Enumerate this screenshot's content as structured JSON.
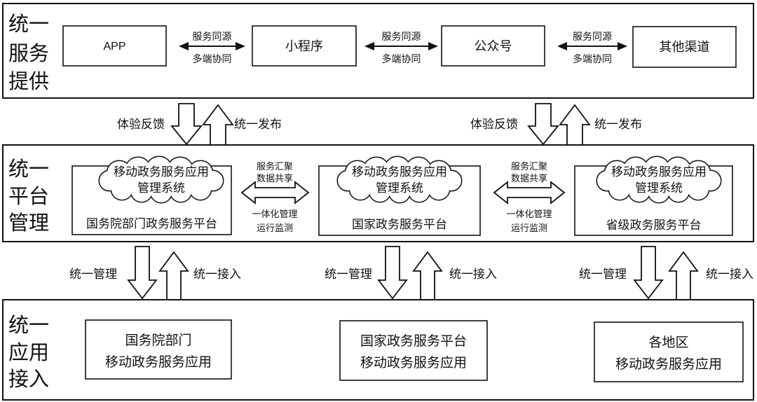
{
  "service_layer": {
    "label_lines": [
      "统一",
      "服务",
      "提供"
    ],
    "channels": [
      "APP",
      "小程序",
      "公众号",
      "其他渠道"
    ],
    "connectors": [
      {
        "top": "服务同源",
        "bottom": "多端协同"
      },
      {
        "top": "服务同源",
        "bottom": "多端协同"
      },
      {
        "top": "服务同源",
        "bottom": "多端协同"
      }
    ]
  },
  "service_platform_links": [
    {
      "down": "体验反馈",
      "up": "统一发布"
    },
    {
      "down": "体验反馈",
      "up": "统一发布"
    }
  ],
  "platform_layer": {
    "label_lines": [
      "统一",
      "平台",
      "管理"
    ],
    "platforms": [
      {
        "cloud_lines": [
          "移动政务服务应用",
          "管理系统"
        ],
        "name": "国务院部门政务服务平台"
      },
      {
        "cloud_lines": [
          "移动政务服务应用",
          "管理系统"
        ],
        "name": "国家政务服务平台"
      },
      {
        "cloud_lines": [
          "移动政务服务应用",
          "管理系统"
        ],
        "name": "省级政务服务平台"
      }
    ],
    "connectors": [
      {
        "top_lines": [
          "服务汇聚",
          "数据共享"
        ],
        "bottom_lines": [
          "一体化管理",
          "运行监测"
        ]
      },
      {
        "top_lines": [
          "服务汇聚",
          "数据共享"
        ],
        "bottom_lines": [
          "一体化管理",
          "运行监测"
        ]
      }
    ]
  },
  "platform_app_links": [
    {
      "down": "统一管理",
      "up": "统一接入"
    },
    {
      "down": "统一管理",
      "up": "统一接入"
    },
    {
      "down": "统一管理",
      "up": "统一接入"
    }
  ],
  "app_layer": {
    "label_lines": [
      "统一",
      "应用",
      "接入"
    ],
    "apps": [
      {
        "lines": [
          "国务院部门",
          "移动政务服务应用"
        ]
      },
      {
        "lines": [
          "国家政务服务平台",
          "移动政务服务应用"
        ]
      },
      {
        "lines": [
          "各地区",
          "移动政务服务应用"
        ]
      }
    ]
  }
}
